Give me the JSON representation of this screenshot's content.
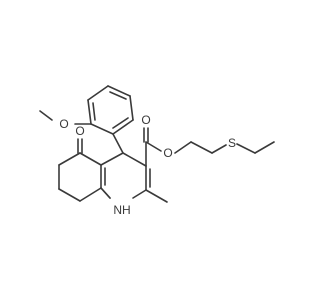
{
  "atoms": {
    "methoxy_o": "O",
    "ester_carbonyl_o": "O",
    "ester_o": "O",
    "thioether_s": "S",
    "ketone_o": "O",
    "amine_nh": "NH"
  }
}
